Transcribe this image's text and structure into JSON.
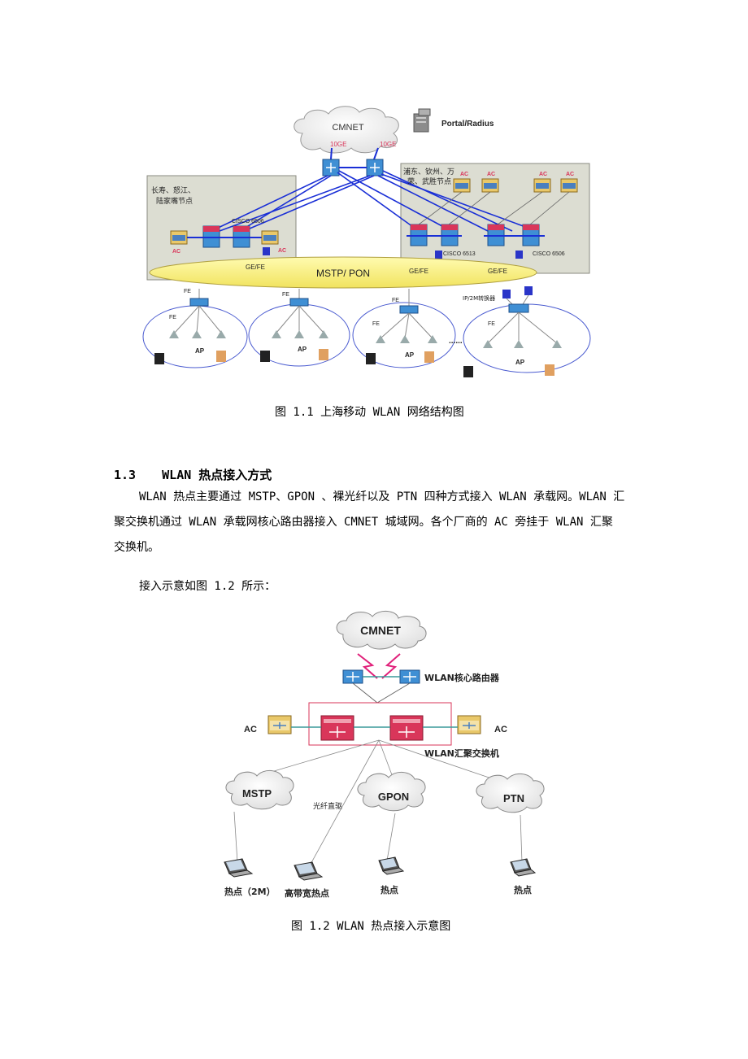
{
  "figure1": {
    "labels": {
      "cmnet": "CMNET",
      "portal": "Portal/Radius",
      "link_left": "10GE",
      "link_right": "10GE",
      "left_node": "长寿、怒江、\n陆家嘴节点",
      "right_node": "浦东、钦州、万\n荣、武胜节点",
      "cisco_left": "CISCO 6506",
      "cisco_mid": "CISCO 6513",
      "cisco_right": "CISCO 6506",
      "ac": "AC",
      "ring": "MSTP/ PON",
      "gefe": "GE/FE",
      "fe": "FE",
      "ap": "AP",
      "converter": "IP/2M转换器",
      "dots": "......"
    },
    "caption": "图 1.1 上海移动 WLAN 网络结构图"
  },
  "section": {
    "number": "1.3",
    "title": "WLAN 热点接入方式",
    "para1_line1": "WLAN 热点主要通过 MSTP、GPON 、裸光纤以及 PTN 四种方式接入 WLAN 承载网。WLAN 汇",
    "para1_line2": "聚交换机通过 WLAN 承载网核心路由器接入 CMNET 城域网。各个厂商的 AC 旁挂于 WLAN 汇聚",
    "para1_line3": "交换机。",
    "para2": "接入示意如图 1.2 所示："
  },
  "figure2": {
    "labels": {
      "cmnet": "CMNET",
      "core_router": "WLAN核心路由器",
      "ac_left": "AC",
      "ac_right": "AC",
      "agg_switch": "WLAN汇聚交换机",
      "mstp": "MSTP",
      "fiber": "光纤直驱",
      "gpon": "GPON",
      "ptn": "PTN",
      "hs_2m": "热点（2M）",
      "hs_hb": "高带宽热点",
      "hs_gpon": "热点",
      "hs_ptn": "热点"
    },
    "caption": "图 1.2 WLAN 热点接入示意图"
  },
  "colors": {
    "link": "#1a2fd6",
    "accent": "#d9365a",
    "device": "#3f8fd4"
  }
}
